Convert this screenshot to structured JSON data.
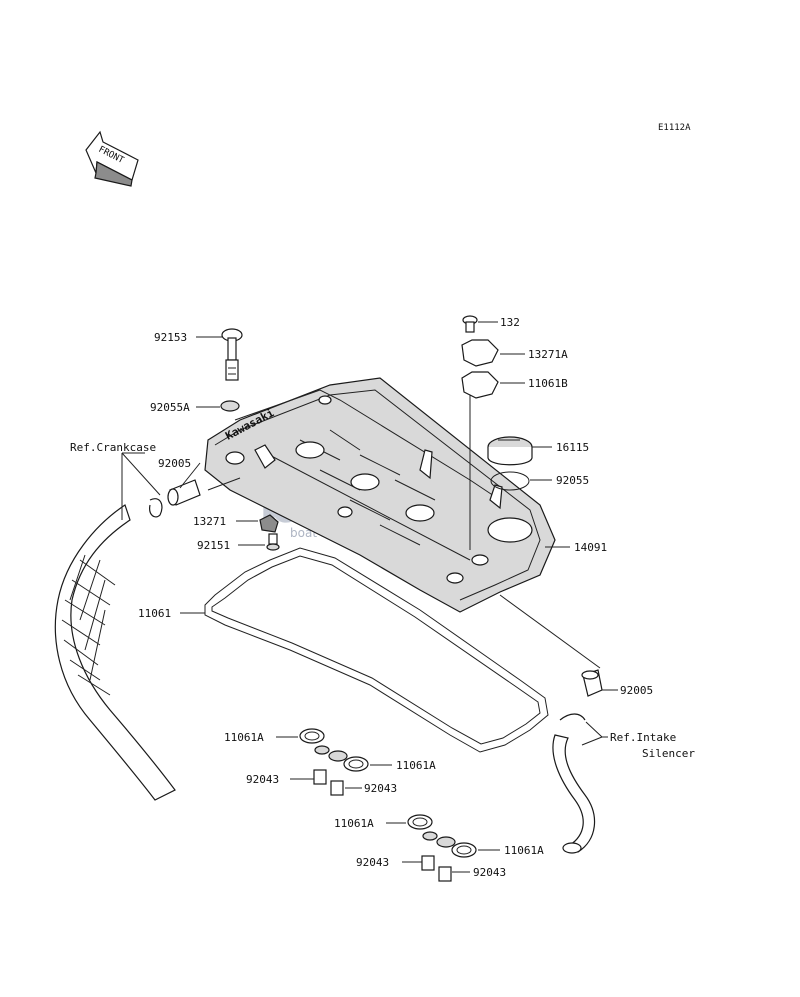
{
  "diagram": {
    "code": "E1112A",
    "front_arrow_text": "FRONT",
    "brand_on_cover": "Kawasaki",
    "watermark": {
      "main": "boatsp",
      "tagline": "boat spare parts"
    },
    "labels": {
      "p92153": "92153",
      "p92055A": "92055A",
      "ref_crankcase": "Ref.Crankcase",
      "p92005_top": "92005",
      "p13271": "13271",
      "p92151": "92151",
      "p11061": "11061",
      "p132": "132",
      "p13271A": "13271A",
      "p11061B": "11061B",
      "p16115": "16115",
      "p92055": "92055",
      "p14091": "14091",
      "p92005_right": "92005",
      "ref_intake_1": "Ref.Intake",
      "ref_intake_2": "Silencer",
      "p11061A_1": "11061A",
      "p92043_1": "92043",
      "p11061A_2": "11061A",
      "p92043_2": "92043",
      "p11061A_3": "11061A",
      "p92043_3": "92043",
      "p11061A_4": "11061A",
      "p92043_4": "92043"
    }
  }
}
